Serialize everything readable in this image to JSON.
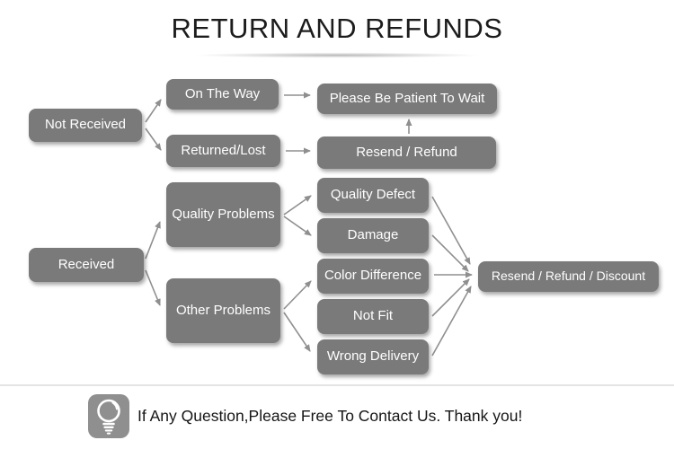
{
  "title": "RETURN AND REFUNDS",
  "flowchart": {
    "nodes": {
      "not_received": {
        "label": "Not Received"
      },
      "on_the_way": {
        "label": "On The Way"
      },
      "please_wait": {
        "label": "Please Be Patient To Wait"
      },
      "returned_lost": {
        "label": "Returned/Lost"
      },
      "resend_refund": {
        "label": "Resend / Refund"
      },
      "received": {
        "label": "Received"
      },
      "quality_problems": {
        "label": "Quality Problems"
      },
      "other_problems": {
        "label": "Other Problems"
      },
      "quality_defect": {
        "label": "Quality Defect"
      },
      "damage": {
        "label": "Damage"
      },
      "color_difference": {
        "label": "Color Difference"
      },
      "not_fit": {
        "label": "Not Fit"
      },
      "wrong_delivery": {
        "label": "Wrong Delivery"
      },
      "resend_refund_discount": {
        "label": "Resend / Refund / Discount"
      }
    },
    "edges": [
      {
        "from": "Not Received",
        "to": "On The Way"
      },
      {
        "from": "Not Received",
        "to": "Returned/Lost"
      },
      {
        "from": "On The Way",
        "to": "Please Be Patient To Wait"
      },
      {
        "from": "Returned/Lost",
        "to": "Resend / Refund"
      },
      {
        "from": "Resend / Refund",
        "to": "Please Be Patient To Wait"
      },
      {
        "from": "Received",
        "to": "Quality Problems"
      },
      {
        "from": "Received",
        "to": "Other Problems"
      },
      {
        "from": "Quality Problems",
        "to": "Quality Defect"
      },
      {
        "from": "Quality Problems",
        "to": "Damage"
      },
      {
        "from": "Other Problems",
        "to": "Color Difference"
      },
      {
        "from": "Other Problems",
        "to": "Wrong Delivery"
      },
      {
        "from": "Quality Defect",
        "to": "Resend / Refund / Discount"
      },
      {
        "from": "Damage",
        "to": "Resend / Refund / Discount"
      },
      {
        "from": "Color Difference",
        "to": "Resend / Refund / Discount"
      },
      {
        "from": "Not Fit",
        "to": "Resend / Refund / Discount"
      },
      {
        "from": "Wrong Delivery",
        "to": "Resend / Refund / Discount"
      }
    ]
  },
  "footer": {
    "message": "If Any Question,Please Free To Contact Us. Thank you!",
    "icon": "lightbulb-icon"
  },
  "colors": {
    "node_bg": "#7a7a7a",
    "node_text": "#ffffff",
    "arrow": "#8f8f8f",
    "icon_bg": "#8f8f8f",
    "divider": "#e4e4e4",
    "title_text": "#1c1c1c"
  }
}
